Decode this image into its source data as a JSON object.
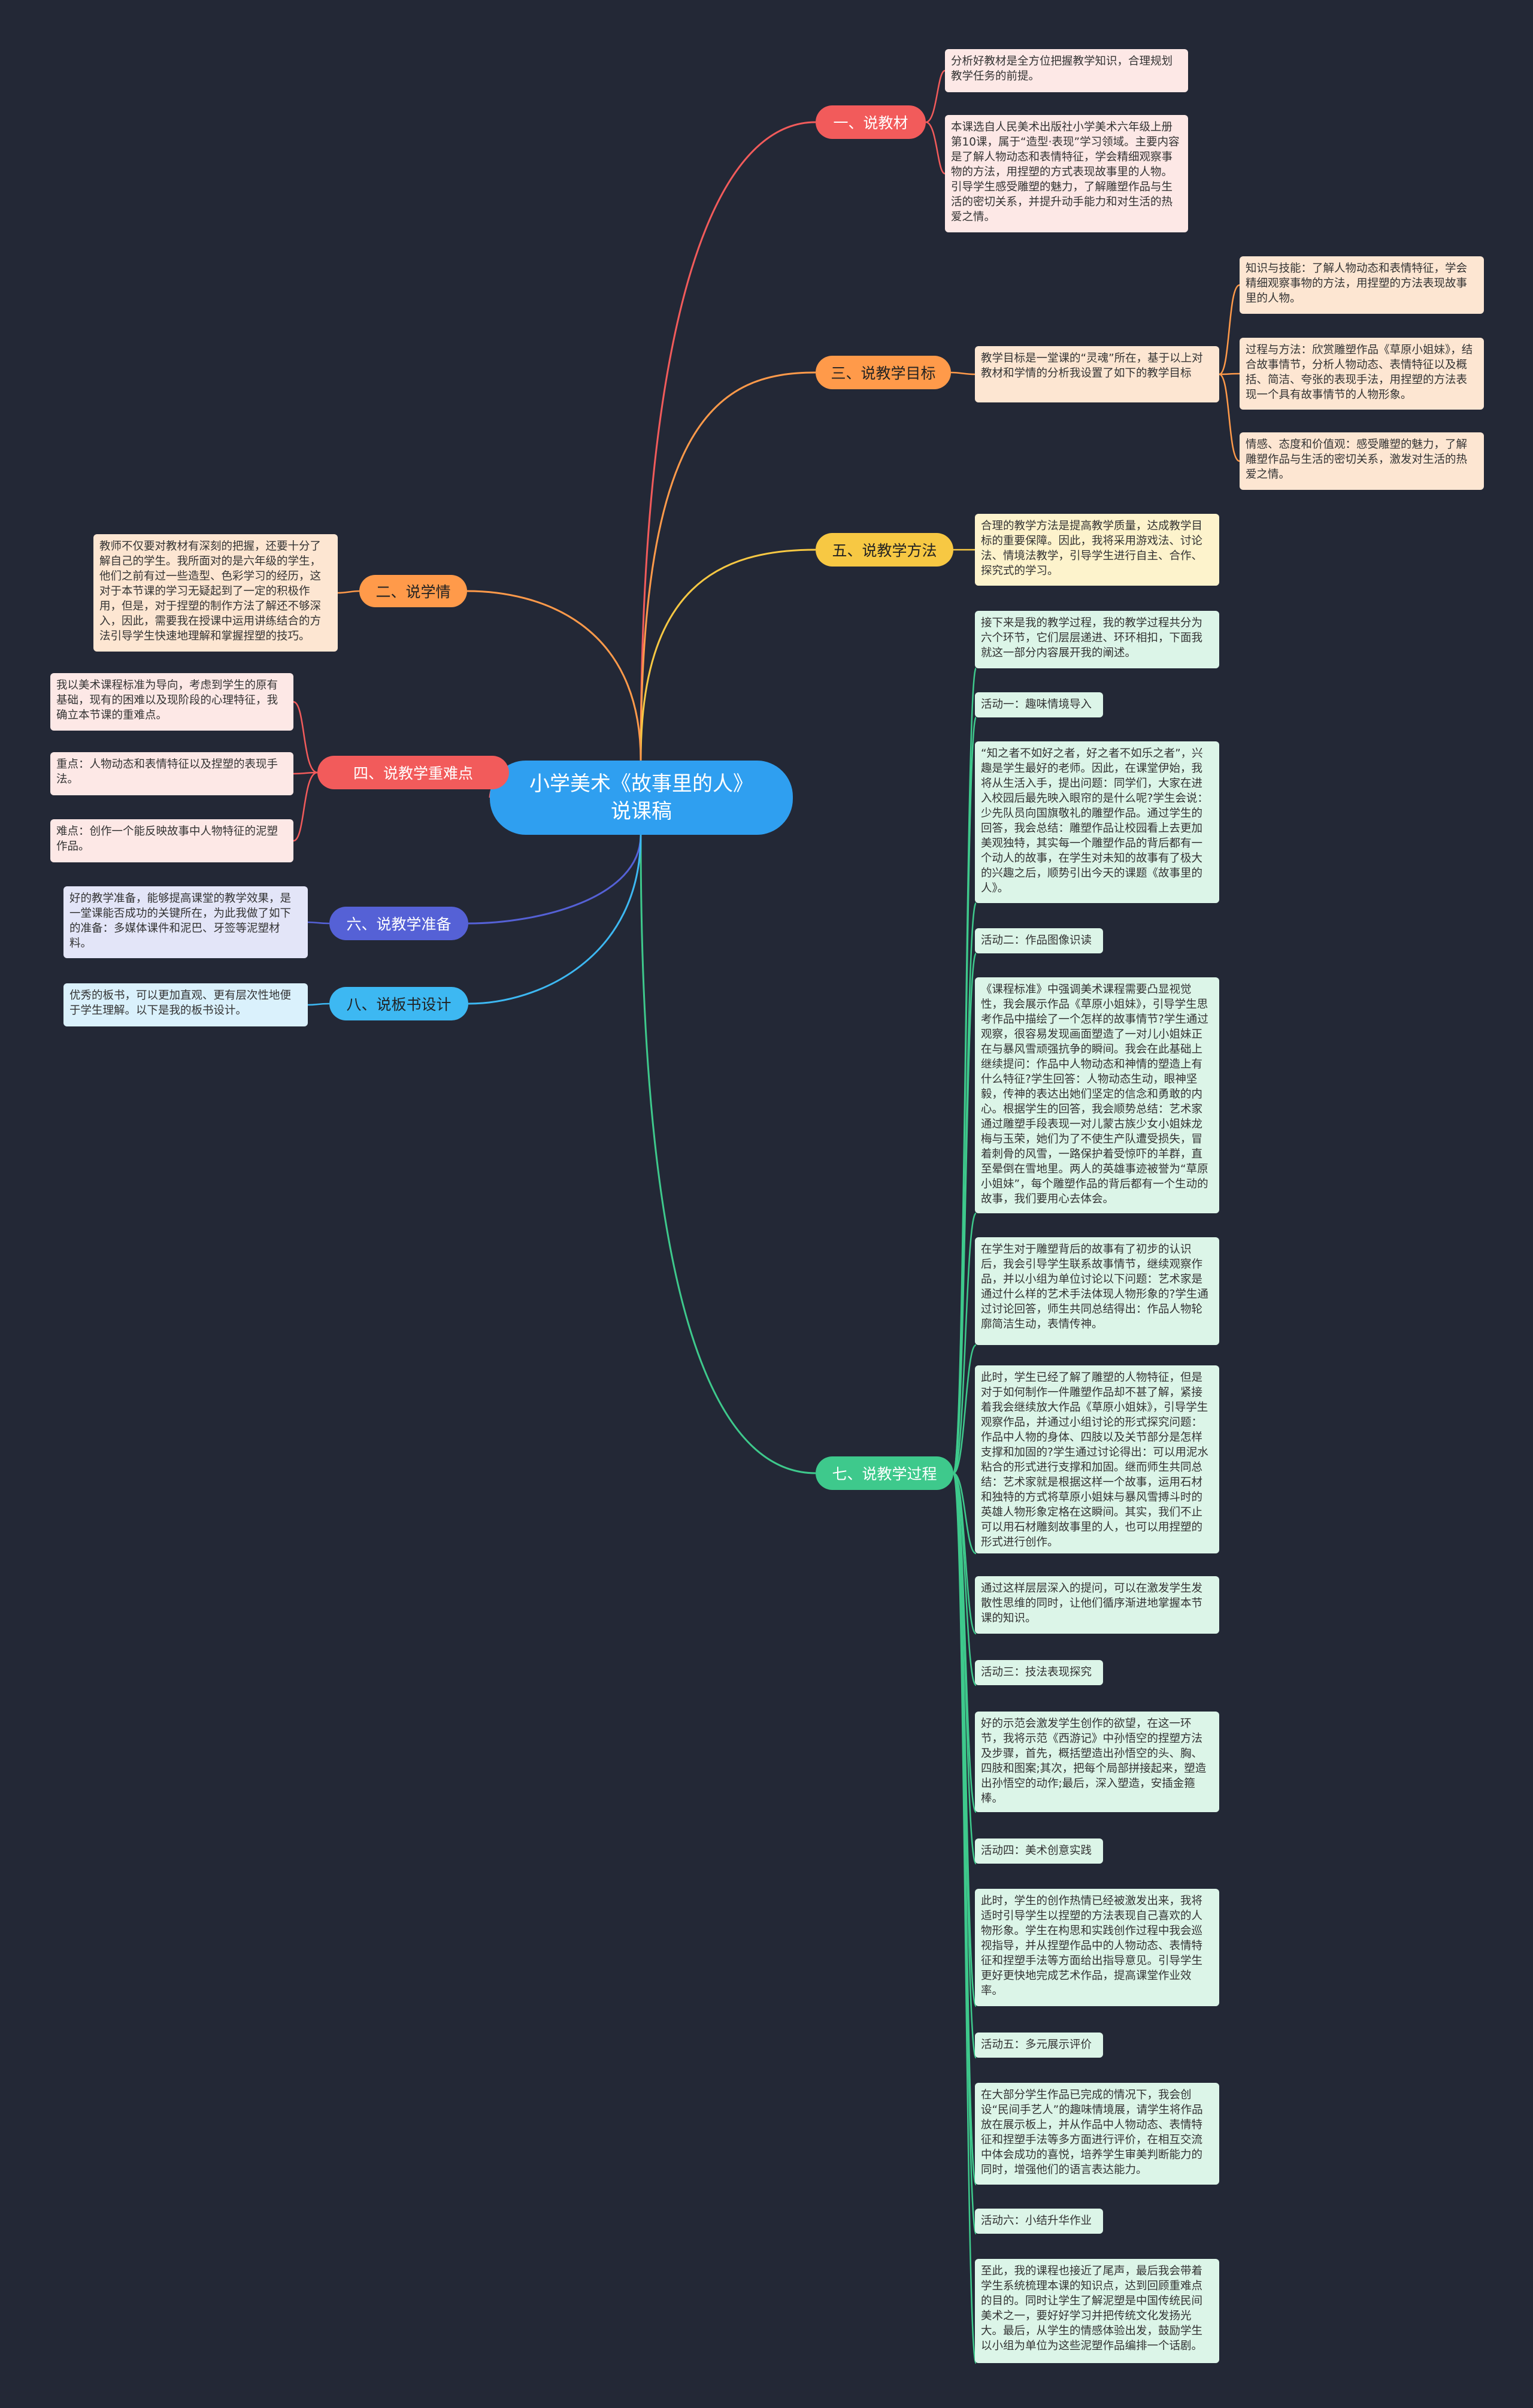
{
  "center": {
    "line1": "小学美术《故事里的人》",
    "line2": "说课稿"
  },
  "branches": {
    "b1": "一、说教材",
    "b2": "二、说学情",
    "b3": "三、说教学目标",
    "b4": "四、说教学重难点",
    "b5": "五、说教学方法",
    "b6": "六、说教学准备",
    "b7": "七、说教学过程",
    "b8": "八、说板书设计"
  },
  "leaves": {
    "b1_1": "分析好教材是全方位把握教学知识，合理规划教学任务的前提。",
    "b1_2": "本课选自人民美术出版社小学美术六年级上册第10课，属于“造型·表现”学习领域。主要内容是了解人物动态和表情特征，学会精细观察事物的方法，用捏塑的方式表现故事里的人物。引导学生感受雕塑的魅力，了解雕塑作品与生活的密切关系，并提升动手能力和对生活的热爱之情。",
    "b2_1": "教师不仅要对教材有深刻的把握，还要十分了解自己的学生。我所面对的是六年级的学生，他们之前有过一些造型、色彩学习的经历，这对于本节课的学习无疑起到了一定的积极作用，但是，对于捏塑的制作方法了解还不够深入，因此，需要我在授课中运用讲练结合的方法引导学生快速地理解和掌握捏塑的技巧。",
    "b3_main": "教学目标是一堂课的“灵魂”所在，基于以上对教材和学情的分析我设置了如下的教学目标",
    "b3_1": "知识与技能：了解人物动态和表情特征，学会精细观察事物的方法，用捏塑的方法表现故事里的人物。",
    "b3_2": "过程与方法：欣赏雕塑作品《草原小姐妹》，结合故事情节，分析人物动态、表情特征以及概括、简洁、夸张的表现手法，用捏塑的方法表现一个具有故事情节的人物形象。",
    "b3_3": "情感、态度和价值观：感受雕塑的魅力，了解雕塑作品与生活的密切关系，激发对生活的热爱之情。",
    "b4_1": "我以美术课程标准为导向，考虑到学生的原有基础，现有的困难以及现阶段的心理特征，我确立本节课的重难点。",
    "b4_2": "重点：人物动态和表情特征以及捏塑的表现手法。",
    "b4_3": "难点：创作一个能反映故事中人物特征的泥塑作品。",
    "b5_1": "合理的教学方法是提高教学质量，达成教学目标的重要保障。因此，我将采用游戏法、讨论法、情境法教学，引导学生进行自主、合作、探究式的学习。",
    "b6_1": "好的教学准备，能够提高课堂的教学效果，是一堂课能否成功的关键所在，为此我做了如下的准备：多媒体课件和泥巴、牙签等泥塑材料。",
    "b8_1": "优秀的板书，可以更加直观、更有层次性地便于学生理解。以下是我的板书设计。",
    "b7_0": "接下来是我的教学过程，我的教学过程共分为六个环节，它们层层递进、环环相扣，下面我就这一部分内容展开我的阐述。",
    "b7_a1": "活动一：趣味情境导入",
    "b7_a1_text": "“知之者不如好之者，好之者不如乐之者”，兴趣是学生最好的老师。因此，在课堂伊始，我将从生活入手，提出问题：同学们，大家在进入校园后最先映入眼帘的是什么呢?学生会说：少先队员向国旗敬礼的雕塑作品。通过学生的回答，我会总结：雕塑作品让校园看上去更加美观独特，其实每一个雕塑作品的背后都有一个动人的故事，在学生对未知的故事有了极大的兴趣之后，顺势引出今天的课题《故事里的人》。",
    "b7_a2": "活动二：作品图像识读",
    "b7_a2_text": "《课程标准》中强调美术课程需要凸显视觉性，我会展示作品《草原小姐妹》，引导学生思考作品中描绘了一个怎样的故事情节?学生通过观察，很容易发现画面塑造了一对儿小姐妹正在与暴风雪顽强抗争的瞬间。我会在此基础上继续提问：作品中人物动态和神情的塑造上有什么特征?学生回答：人物动态生动，眼神坚毅，传神的表达出她们坚定的信念和勇敢的内心。根据学生的回答，我会顺势总结：艺术家通过雕塑手段表现一对儿蒙古族少女小姐妹龙梅与玉荣，她们为了不使生产队遭受损失，冒着刺骨的风雪，一路保护着受惊吓的羊群，直至晕倒在雪地里。两人的英雄事迹被誉为“草原小姐妹”，每个雕塑作品的背后都有一个生动的故事，我们要用心去体会。",
    "b7_a2_text2": "在学生对于雕塑背后的故事有了初步的认识后，我会引导学生联系故事情节，继续观察作品，并以小组为单位讨论以下问题：艺术家是通过什么样的艺术手法体现人物形象的?学生通过讨论回答，师生共同总结得出：作品人物轮廓简洁生动，表情传神。",
    "b7_a2_text3": "此时，学生已经了解了雕塑的人物特征，但是对于如何制作一件雕塑作品却不甚了解，紧接着我会继续放大作品《草原小姐妹》，引导学生观察作品，并通过小组讨论的形式探究问题：作品中人物的身体、四肢以及关节部分是怎样支撑和加固的?学生通过讨论得出：可以用泥水粘合的形式进行支撑和加固。继而师生共同总结：艺术家就是根据这样一个故事，运用石材和独特的方式将草原小姐妹与暴风雪搏斗时的英雄人物形象定格在这瞬间。其实，我们不止可以用石材雕刻故事里的人，也可以用捏塑的形式进行创作。",
    "b7_a2_text4": "通过这样层层深入的提问，可以在激发学生发散性思维的同时，让他们循序渐进地掌握本节课的知识。",
    "b7_a3": "活动三：技法表现探究",
    "b7_a3_text": "好的示范会激发学生创作的欲望，在这一环节，我将示范《西游记》中孙悟空的捏塑方法及步骤，首先，概括塑造出孙悟空的头、胸、四肢和图案;其次，把每个局部拼接起来，塑造出孙悟空的动作;最后，深入塑造，安插金箍棒。",
    "b7_a4": "活动四：美术创意实践",
    "b7_a4_text": "此时，学生的创作热情已经被激发出来，我将适时引导学生以捏塑的方法表现自己喜欢的人物形象。学生在构思和实践创作过程中我会巡视指导，并从捏塑作品中的人物动态、表情特征和捏塑手法等方面给出指导意见。引导学生更好更快地完成艺术作品，提高课堂作业效率。",
    "b7_a5": "活动五：多元展示评价",
    "b7_a5_text": "在大部分学生作品已完成的情况下，我会创设“民间手艺人”的趣味情境展，请学生将作品放在展示板上，并从作品中人物动态、表情特征和捏塑手法等多方面进行评价，在相互交流中体会成功的喜悦，培养学生审美判断能力的同时，增强他们的语言表达能力。",
    "b7_a6": "活动六：小结升华作业",
    "b7_a6_text": "至此，我的课程也接近了尾声，最后我会带着学生系统梳理本课的知识点，达到回顾重难点的目的。同时让学生了解泥塑是中国传统民间美术之一，要好好学习并把传统文化发扬光大。最后，从学生的情感体验出发，鼓励学生以小组为单位为这些泥塑作品编排一个话剧。"
  },
  "colors": {
    "background": "#232836",
    "center": "#2f9ff0",
    "b1": "#f25b5b",
    "b2": "#ff9a4a",
    "b3": "#ff9a4a",
    "b4": "#f25b5b",
    "b5": "#f7c843",
    "b6": "#5561d6",
    "b7": "#3ec98c",
    "b8": "#3db8f2"
  }
}
